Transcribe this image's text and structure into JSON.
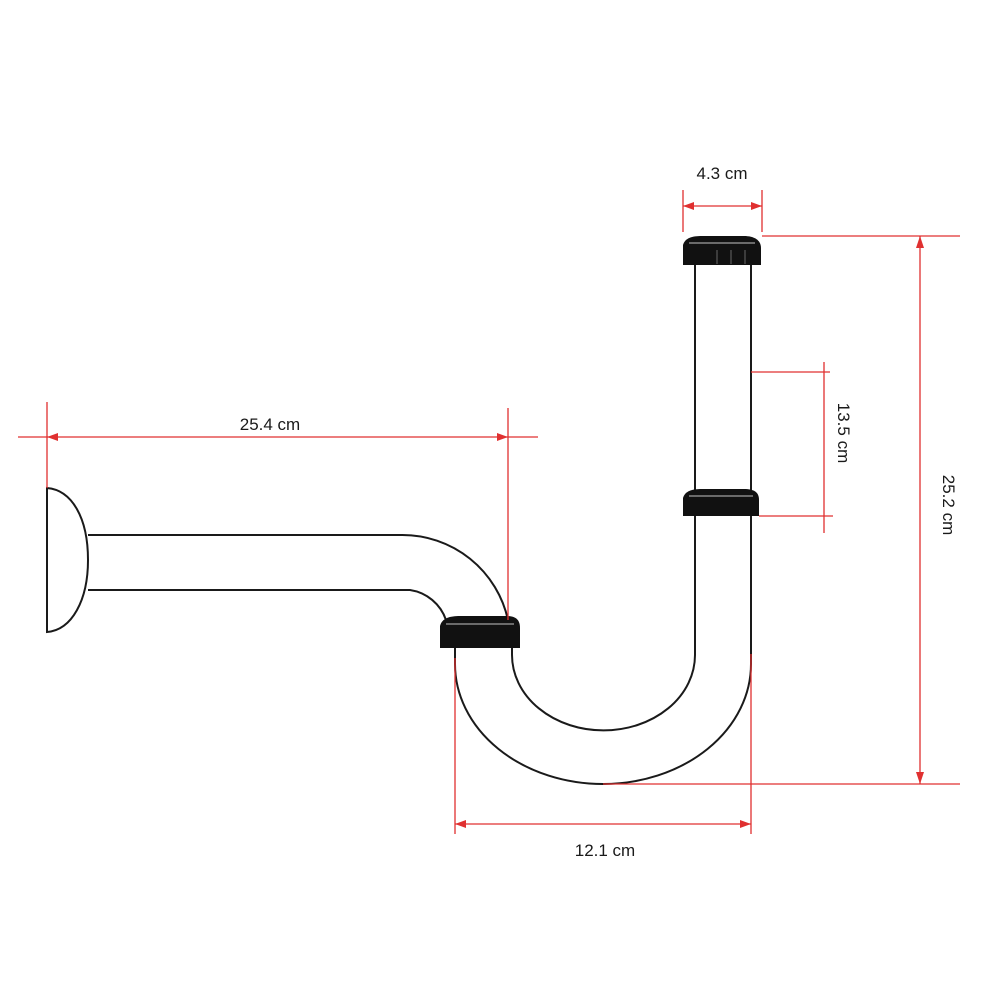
{
  "diagram": {
    "dimensions": {
      "top_width": "4.3 cm",
      "horizontal_length": "25.4 cm",
      "adjust_height": "13.5 cm",
      "total_height": "25.2 cm",
      "trap_width": "12.1 cm"
    },
    "colors": {
      "dimension_line": "#e03030",
      "pipe_outline": "#1a1a1a",
      "collar": "#111111"
    }
  }
}
